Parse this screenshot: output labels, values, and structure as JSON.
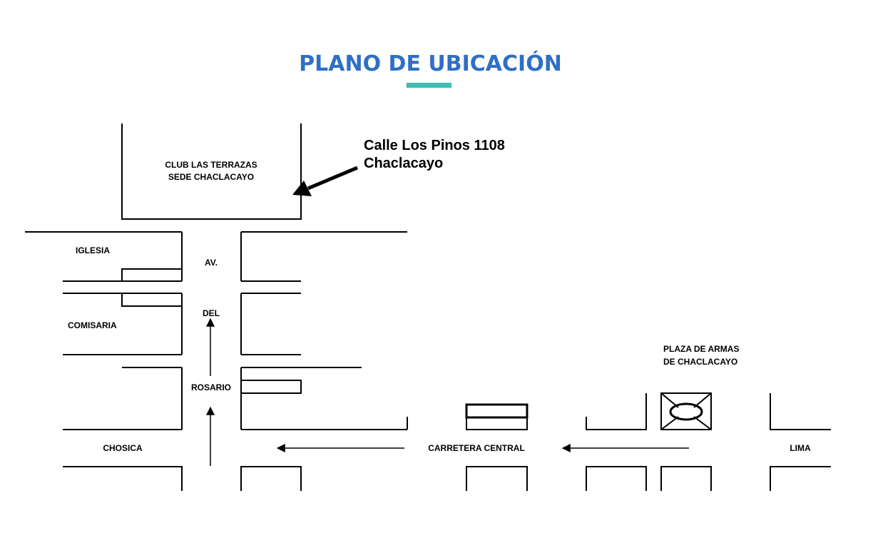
{
  "title": "PLANO DE UBICACIÓN",
  "colors": {
    "title": "#2f6fc4",
    "underline": "#3dbdb4",
    "lines": "#000000"
  },
  "address": {
    "line1": "Calle Los Pinos 1108",
    "line2": "Chaclacayo"
  },
  "labels": {
    "club_line1": "CLUB LAS TERRAZAS",
    "club_line2": "SEDE CHACLACAYO",
    "iglesia": "IGLESIA",
    "comisaria": "COMISARIA",
    "av": "AV.",
    "del": "DEL",
    "rosario": "ROSARIO",
    "plaza_line1": "PLAZA DE ARMAS",
    "plaza_line2": "DE CHACLACAYO",
    "chosica": "CHOSICA",
    "carretera": "CARRETERA CENTRAL",
    "lima": "LIMA"
  },
  "icons": {
    "plaza": "plaza-roundabout-icon",
    "pointer": "pointer-arrow-icon",
    "direction": "direction-arrow-icon"
  }
}
